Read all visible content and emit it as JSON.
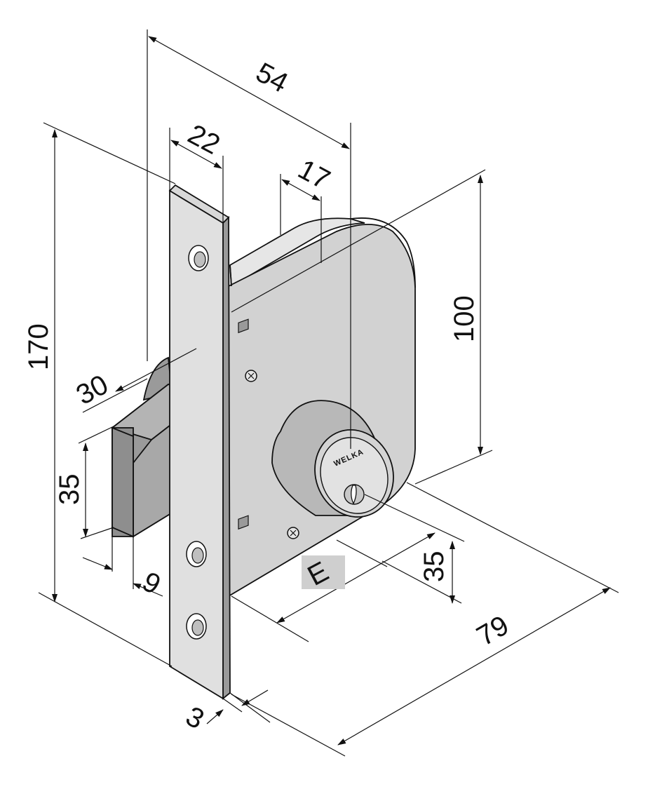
{
  "diagram": {
    "brand_label": "WELKA",
    "tag_label": "E",
    "dimensions": {
      "d54": "54",
      "d22": "22",
      "d17": "17",
      "d170": "170",
      "d100": "100",
      "d30": "30",
      "d35_bolt": "35",
      "d9": "9",
      "d3": "3",
      "d35_backset": "35",
      "d79": "79"
    },
    "colors": {
      "body": "#d2d2d2",
      "body_top": "#e4e4e4",
      "faceplate": "#e0e0e0",
      "faceplate_edge": "#9a9a9a",
      "bolt_front": "#8e8e8e",
      "bolt_side": "#b0b0b0",
      "tag_bg": "#cfcfcf",
      "line": "#111111"
    }
  }
}
